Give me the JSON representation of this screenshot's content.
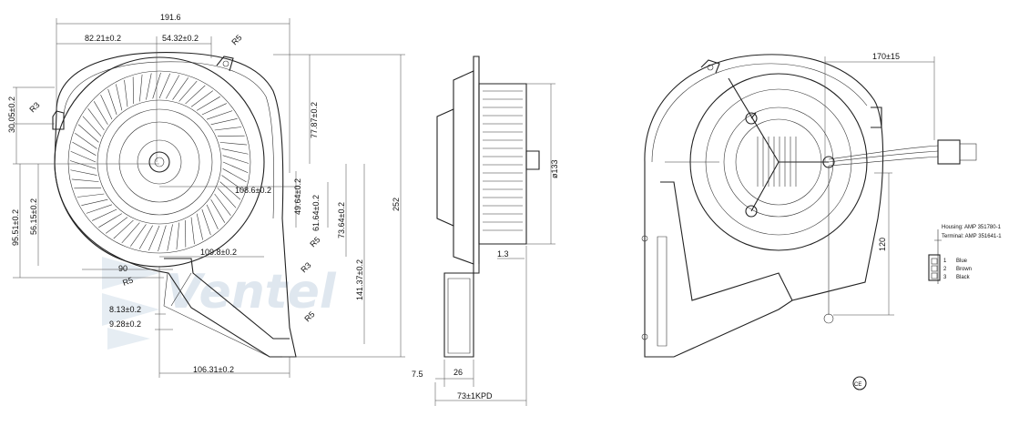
{
  "watermark": {
    "text": "Ventel"
  },
  "front_view": {
    "dims": {
      "overall_width": "191.6",
      "d82": "82.21±0.2",
      "d54": "54.32±0.2",
      "d30": "30.05±0.2",
      "d77": "77.87±0.2",
      "d95": "95.51±0.2",
      "d56": "56.15±0.2",
      "d108_6": "108.6±0.2",
      "d49": "49.64±0.2",
      "d61": "61.64±0.2",
      "d73": "73.64±0.2",
      "d141": "141.37±0.2",
      "d109": "109.8±0.2",
      "height": "252",
      "d8": "8.13±0.2",
      "d9": "9.28±0.2",
      "d106": "106.31±0.2",
      "d90": "90"
    },
    "radii": {
      "r5a": "R5",
      "r3a": "R3",
      "r5b": "R5",
      "r5c": "R5",
      "r3b": "R3",
      "r5d": "R5"
    }
  },
  "side_view": {
    "dims": {
      "dia": "ø133",
      "d1_3": "1.3",
      "d7_5": "7.5",
      "d26": "26",
      "d73": "73±1KPD"
    }
  },
  "back_view": {
    "dims": {
      "d170": "170±15",
      "d120": "120"
    },
    "connector": {
      "housing": "Housing: AMP 351780-1",
      "terminal": "Terminal: AMP 351641-1",
      "wires": [
        {
          "pin": "1",
          "label": "Blue"
        },
        {
          "pin": "2",
          "label": "Brown"
        },
        {
          "pin": "3",
          "label": "Black"
        }
      ]
    },
    "cert_mark": "CE"
  }
}
